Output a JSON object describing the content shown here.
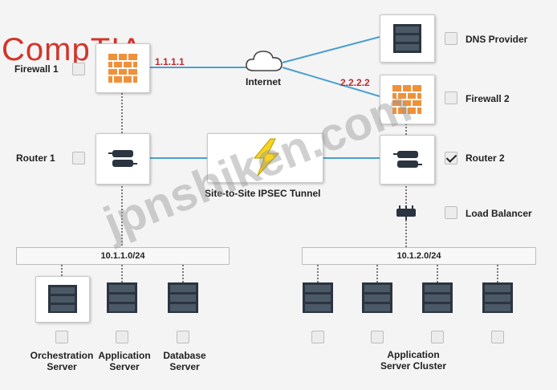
{
  "logo": {
    "text": "CompTIA"
  },
  "watermark": {
    "text": "jpnshiken.com"
  },
  "nodes": {
    "firewall1": {
      "label": "Firewall 1",
      "ip": "1.1.1.1"
    },
    "router1": {
      "label": "Router 1"
    },
    "internet": {
      "label": "Internet"
    },
    "tunnel": {
      "label": "Site-to-Site IPSEC Tunnel"
    },
    "dns": {
      "label": "DNS Provider"
    },
    "firewall2": {
      "label": "Firewall 2",
      "ip": "2.2.2.2"
    },
    "router2": {
      "label": "Router 2",
      "checked": true
    },
    "load_balancer": {
      "label": "Load Balancer"
    }
  },
  "subnets": {
    "left": "10.1.1.0/24",
    "right": "10.1.2.0/24"
  },
  "servers_left": [
    {
      "label1": "Orchestration",
      "label2": "Server"
    },
    {
      "label1": "Application",
      "label2": "Server"
    },
    {
      "label1": "Database",
      "label2": "Server"
    }
  ],
  "cluster": {
    "label1": "Application",
    "label2": "Server Cluster"
  },
  "colors": {
    "link": "#4a9fd0",
    "ip": "#c0282e",
    "firewall": "#f0913a",
    "logo": "#d2352b",
    "bolt": "#f6d420"
  }
}
